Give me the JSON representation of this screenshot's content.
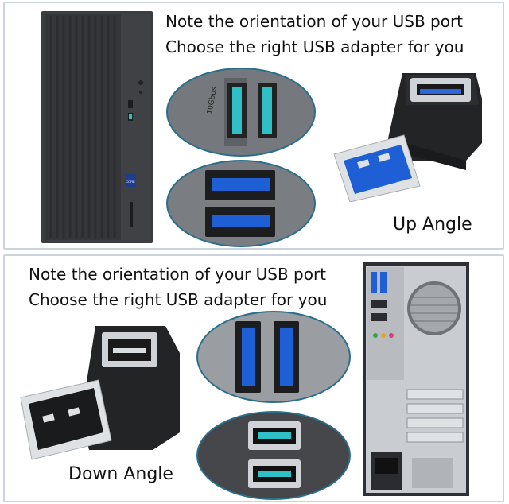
{
  "top_panel": {
    "note_line1": "Note the orientation of your USB port",
    "note_line2": "Choose the right USB adapter for you",
    "angle_label": "Up Angle",
    "badge_text": "10Gbps",
    "case_badge_text": "CORE"
  },
  "bottom_panel": {
    "note_line1": "Note the orientation of your USB port",
    "note_line2": "Choose the right USB adapter for you",
    "angle_label": "Down Angle"
  },
  "colors": {
    "border": "#c9d4dc",
    "port_teal": "#2fc0c6",
    "port_blue": "#1f5fd6",
    "case_dark": "#3a3c40",
    "adapter_black": "#222426",
    "metal": "#d9dcdf"
  }
}
